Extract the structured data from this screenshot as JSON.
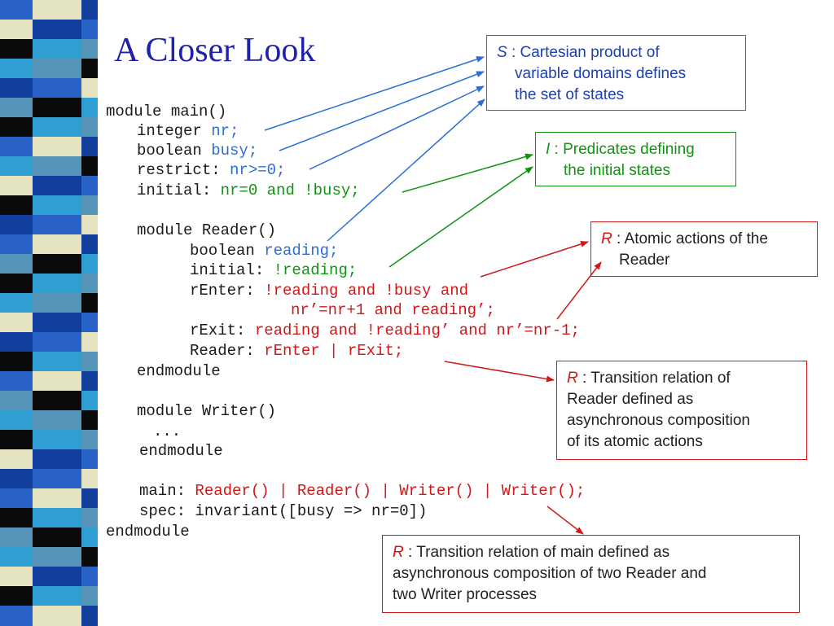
{
  "title": "A Closer Look",
  "code": {
    "l1": "module main()",
    "l2_kw": "integer ",
    "l2_v": "nr;",
    "l3_kw": "boolean ",
    "l3_v": "busy;",
    "l4_kw": "restrict: ",
    "l4_v": "nr>=0;",
    "l5_kw": "initial: ",
    "l5_v": "nr=0 and !busy;",
    "l6": "module Reader()",
    "l7_kw": "boolean ",
    "l7_v": "reading;",
    "l8_kw": "initial: ",
    "l8_v": "!reading;",
    "l9_kw": "rEnter: ",
    "l9_v": "!reading and !busy and",
    "l10_v": "nr’=nr+1 and reading’;",
    "l11_kw": "rExit: ",
    "l11_v": "reading and !reading’ and nr’=nr-1;",
    "l12_kw": "Reader: ",
    "l12_v": "rEnter | rExit;",
    "l13": "endmodule",
    "l14": "module Writer()",
    "l15": "...",
    "l16": "endmodule",
    "l17_kw": "main: ",
    "l17_v": "Reader() | Reader() | Writer() | Writer();",
    "l18": "spec: invariant([busy => nr=0])",
    "l19": "endmodule"
  },
  "boxes": {
    "s": {
      "sym": "S",
      "text1": " : Cartesian product of",
      "text2": "variable domains defines",
      "text3": "the set of states"
    },
    "i": {
      "sym": "I",
      "text1": " : Predicates defining",
      "text2": "the initial states"
    },
    "r1": {
      "sym": "R",
      "text1": " : Atomic actions of the",
      "text2": "Reader"
    },
    "r2": {
      "sym": "R",
      "text1": " : Transition relation of",
      "text2": "Reader defined as",
      "text3": "asynchronous composition",
      "text4": "of its atomic actions"
    },
    "r3": {
      "sym": "R",
      "text1": " : Transition relation of main defined as",
      "text2": "asynchronous composition of two Reader and",
      "text3": "two Writer processes"
    }
  },
  "colors": {
    "title": "#1e22aa",
    "variable": "#2b6fd6",
    "initial": "#109410",
    "action": "#d01818",
    "stripe": [
      "#0a0a0a",
      "#2a63c8",
      "#2f9fd3",
      "#e4e4c0",
      "#5595b8",
      "#123e9e"
    ]
  }
}
